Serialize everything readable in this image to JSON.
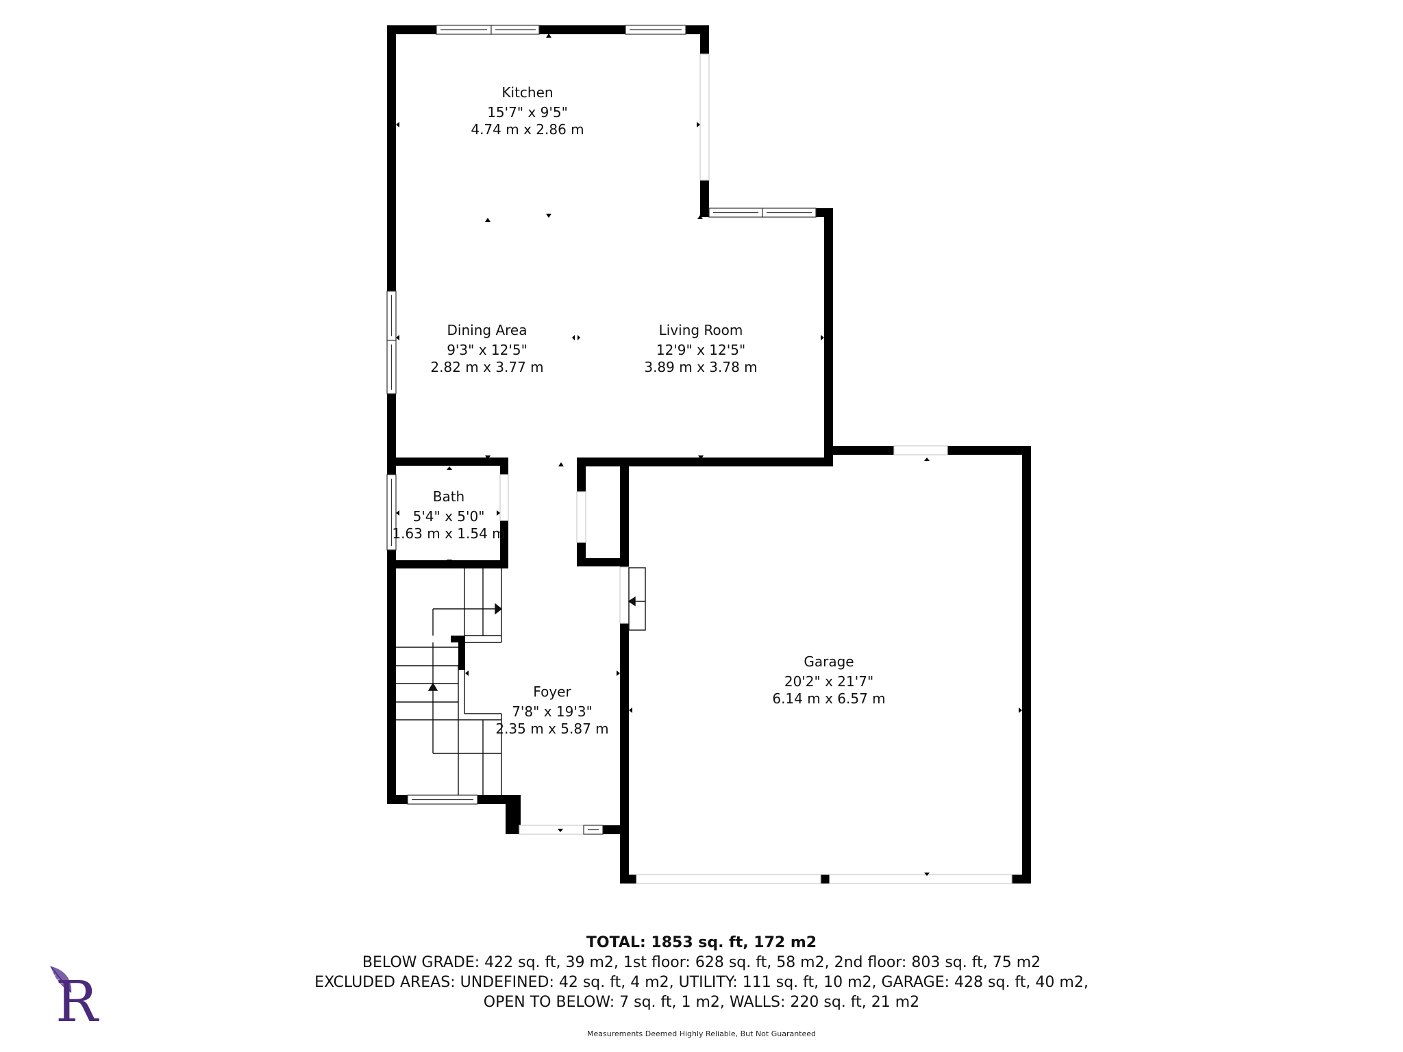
{
  "rooms": {
    "kitchen": {
      "name": "Kitchen",
      "imperial": "15'7\" x 9'5\"",
      "metric": "4.74 m x 2.86 m"
    },
    "dining": {
      "name": "Dining Area",
      "imperial": "9'3\" x 12'5\"",
      "metric": "2.82 m x 3.77 m"
    },
    "living": {
      "name": "Living Room",
      "imperial": "12'9\" x 12'5\"",
      "metric": "3.89 m x 3.78 m"
    },
    "bath": {
      "name": "Bath",
      "imperial": "5'4\" x 5'0\"",
      "metric": "1.63 m x 1.54 m"
    },
    "foyer": {
      "name": "Foyer",
      "imperial": "7'8\" x 19'3\"",
      "metric": "2.35 m x 5.87 m"
    },
    "garage": {
      "name": "Garage",
      "imperial": "20'2\" x 21'7\"",
      "metric": "6.14 m x 6.57 m"
    }
  },
  "summary": {
    "total": "TOTAL: 1853 sq. ft, 172 m2",
    "line1": "BELOW GRADE: 422 sq. ft, 39 m2, 1st floor: 628 sq. ft, 58 m2, 2nd floor: 803 sq. ft, 75 m2",
    "line2": "EXCLUDED AREAS: UNDEFINED: 42 sq. ft, 4 m2, UTILITY: 111 sq. ft, 10 m2, GARAGE: 428 sq. ft, 40 m2,",
    "line3": "OPEN TO BELOW: 7 sq. ft, 1 m2, WALLS: 220 sq. ft, 21 m2"
  },
  "disclaimer": "Measurements Deemed Highly Reliable, But Not Guaranteed",
  "logo": {
    "letter": "R",
    "color": "#4b2a7b",
    "icon": "feather-icon"
  },
  "colors": {
    "wall": "#000000",
    "background": "#ffffff",
    "text": "#111111"
  }
}
